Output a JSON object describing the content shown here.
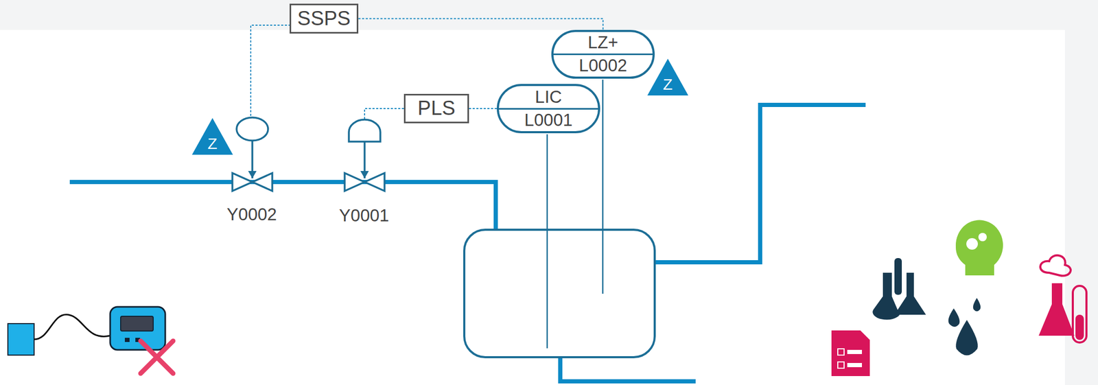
{
  "diagram": {
    "nodes": [
      {
        "text": [
          "SSPS"
        ]
      },
      {
        "text": [
          "PLS"
        ]
      },
      {
        "text": [
          "LIC",
          "L0001"
        ]
      },
      {
        "text": [
          "LZ+",
          "L0002"
        ]
      }
    ],
    "edges": [
      {
        "from": 0,
        "to": 3,
        "arrow": "none"
      },
      {
        "from": 1,
        "to": 2,
        "arrow": "none"
      }
    ],
    "labels": [
      "Y0002",
      "Y0001",
      "Z",
      "Z"
    ]
  }
}
